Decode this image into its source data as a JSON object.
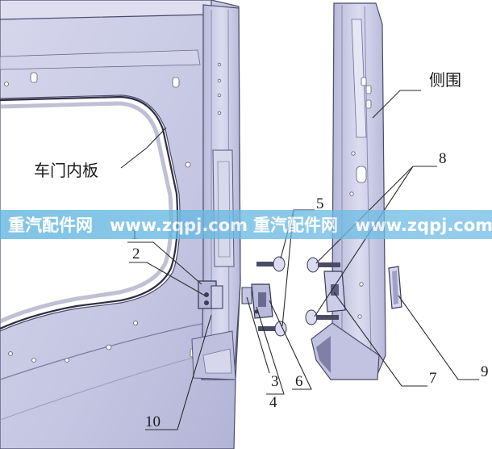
{
  "labels": {
    "door_inner_panel": "车门内板",
    "side_wall": "侧围"
  },
  "callouts": [
    "1",
    "2",
    "3",
    "4",
    "5",
    "6",
    "7",
    "8",
    "9",
    "10"
  ],
  "watermark": {
    "text_1": "重汽配件网",
    "text_2": "www.zqpj.com",
    "text_3": "重汽配件网",
    "text_4": "www.zqpj.com"
  },
  "colors": {
    "part_fill": "#c9c9e3",
    "part_shade": "#aeb0d2",
    "part_highlight": "#e4e4f3",
    "outline": "#4a4a6a",
    "watermark_band": "#2ea7d8"
  }
}
